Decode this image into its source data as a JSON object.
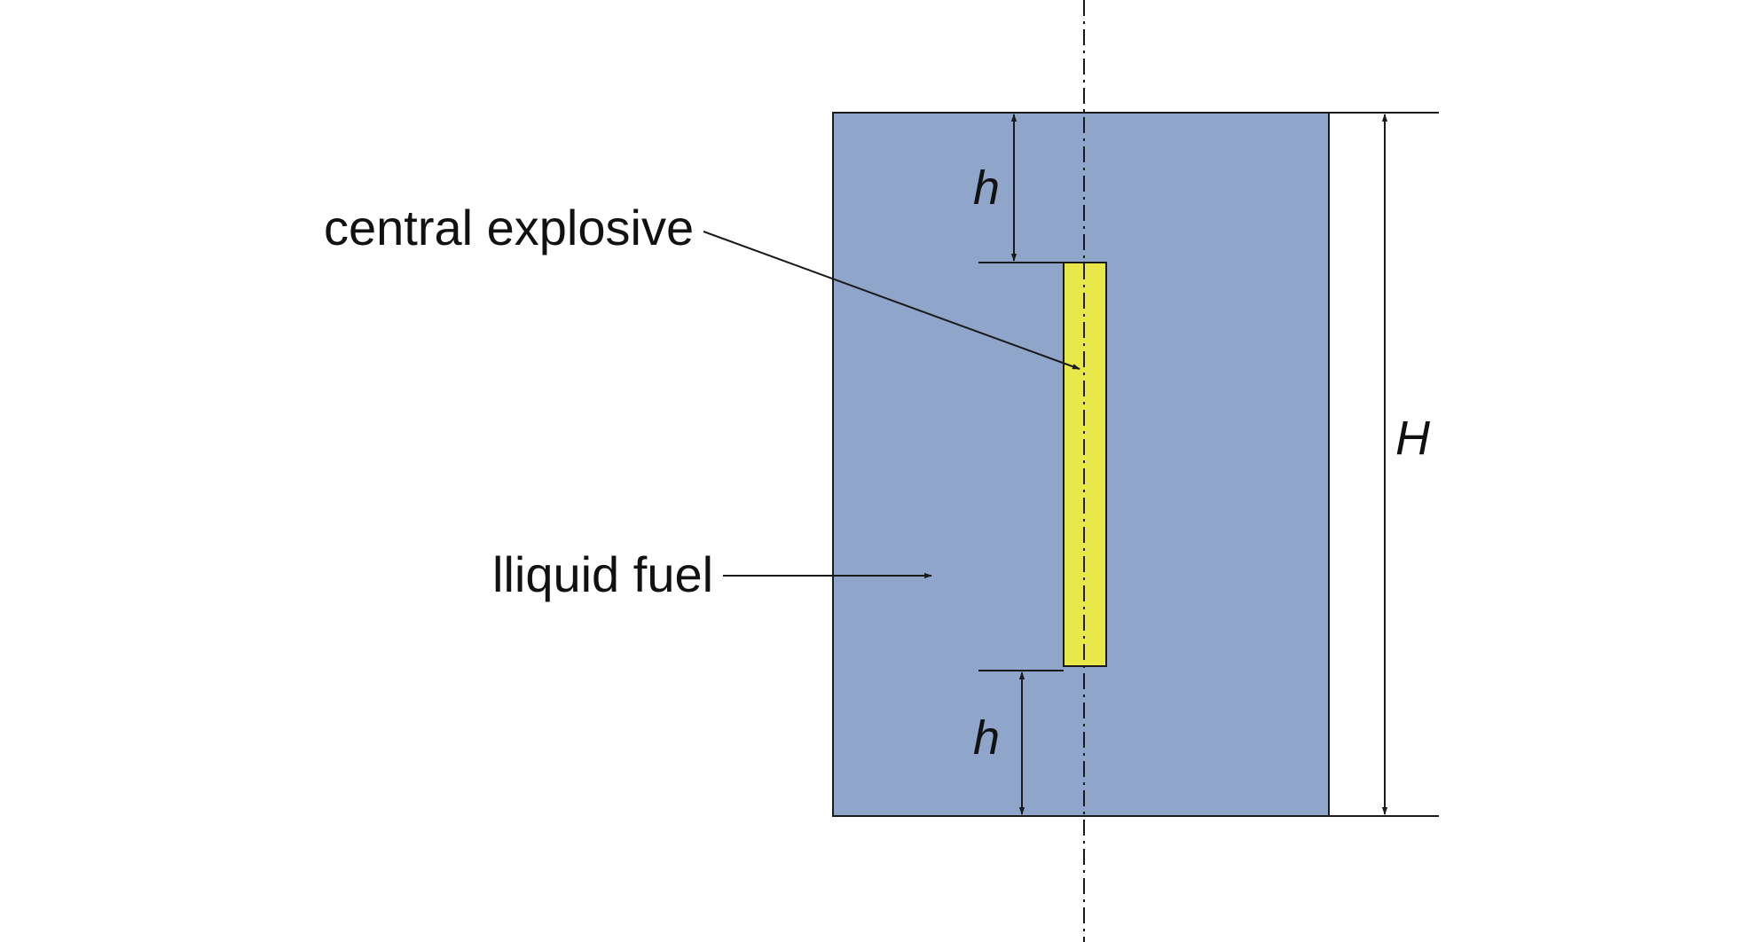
{
  "labels": {
    "explosive": "central explosive",
    "fuel": "lliquid fuel",
    "h_top": "h",
    "h_bottom": "h",
    "H": "H"
  },
  "colors": {
    "fuel_fill": "#8fa5ca",
    "explosive_fill": "#e8e84a",
    "line": "#1a1a1a"
  }
}
